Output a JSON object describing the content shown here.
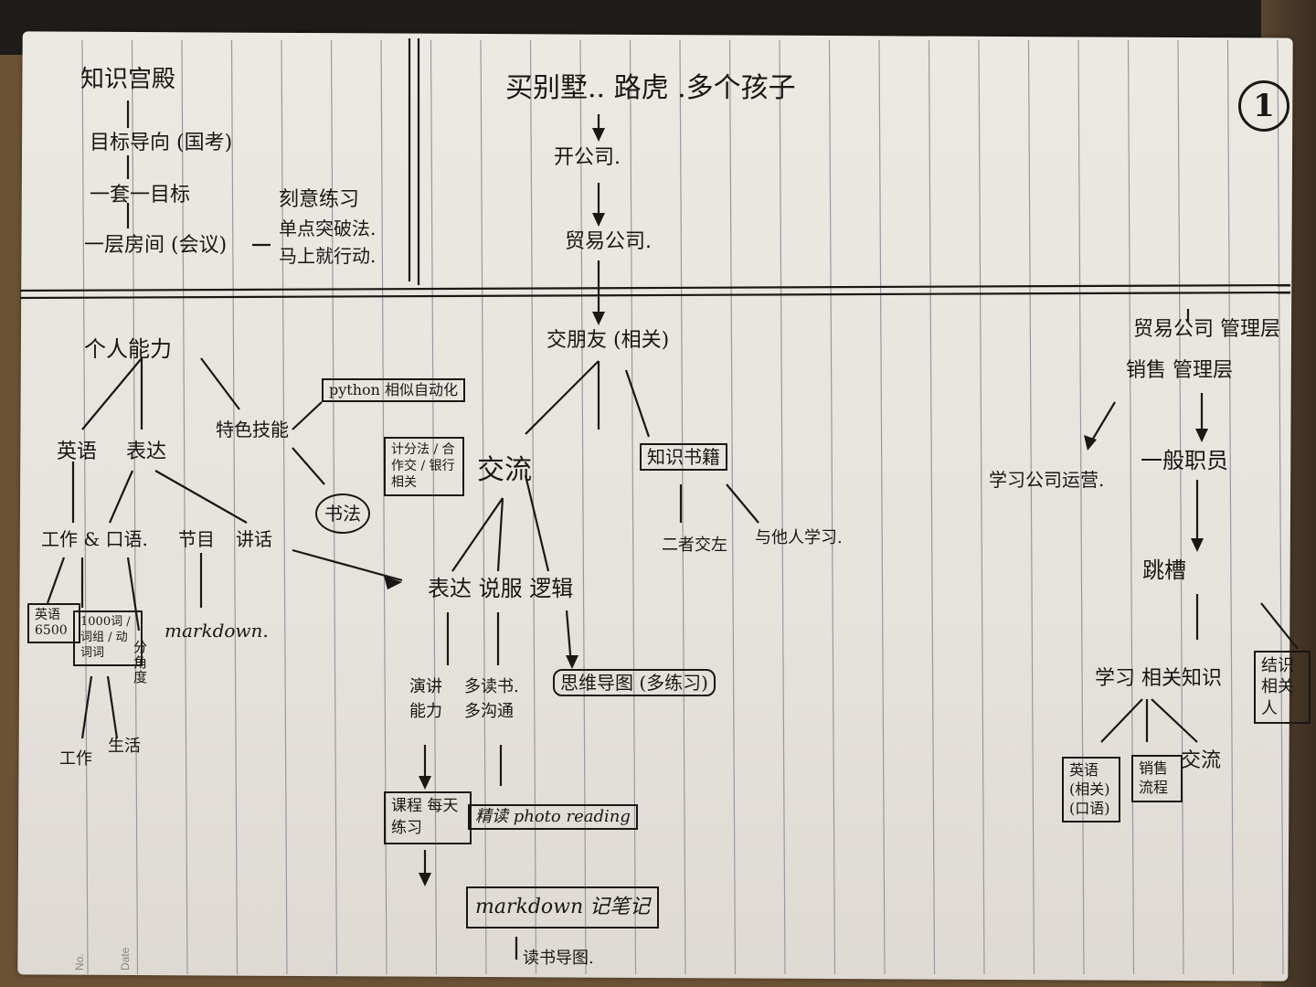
{
  "page_number": "1",
  "margin_labels": {
    "no": "No.",
    "date": "Date"
  },
  "top_left": {
    "title": "知识宫殿",
    "l1": "目标导向 (国考)",
    "l2": "一套一目标",
    "l3": "一层房间 (会议)",
    "side1": "刻意练习",
    "side2": "单点突破法.",
    "side3": "马上就行动."
  },
  "top_center": {
    "title": "买别墅.. 路虎 .多个孩子",
    "n1": "开公司.",
    "n2": "贸易公司.",
    "n3": "交朋友 (相关)"
  },
  "left": {
    "root": "个人能力",
    "english": "英语",
    "expr": "表达",
    "special": "特色技能",
    "python": "python 相似自动化",
    "book": "书法",
    "huiyi": "计分法 / 合作交 / 银行相关",
    "work_speak": "工作 & 口语.",
    "jiemu": "节目",
    "jianghua": "讲话",
    "vocab1": "英语 6500",
    "vocab2": "1000词 / 词组 / 动词词",
    "vocab3": "分角度",
    "markdown": "markdown.",
    "gongzuo": "工作",
    "shenghuo": "生活"
  },
  "center": {
    "jiaoliu": "交流",
    "zhishi": "知识书籍",
    "expr2": "表达 说服 逻辑",
    "erzhe": "二者交左",
    "yuzhi": "与他人学习.",
    "yanjiang": "演讲 能力",
    "duoduo": "多读书. 多沟通",
    "siwei": "思维导图 (多练习)",
    "kecheng": "课程 每天练习",
    "jingdu": "精读 photo reading",
    "md_note": "markdown 记笔记",
    "siwei2": "读书导图."
  },
  "right": {
    "top": "贸易公司 管理层",
    "sales": "销售 管理层",
    "xuexi": "学习公司运营.",
    "yiban": "一般职员",
    "tiaocao": "跳槽",
    "xiangguan": "学习 相关知识",
    "jiejiao": "结识 相关人",
    "eng": "英语 (相关) (口语)",
    "sales2": "销售 流程",
    "jiaoliu": "交流"
  }
}
